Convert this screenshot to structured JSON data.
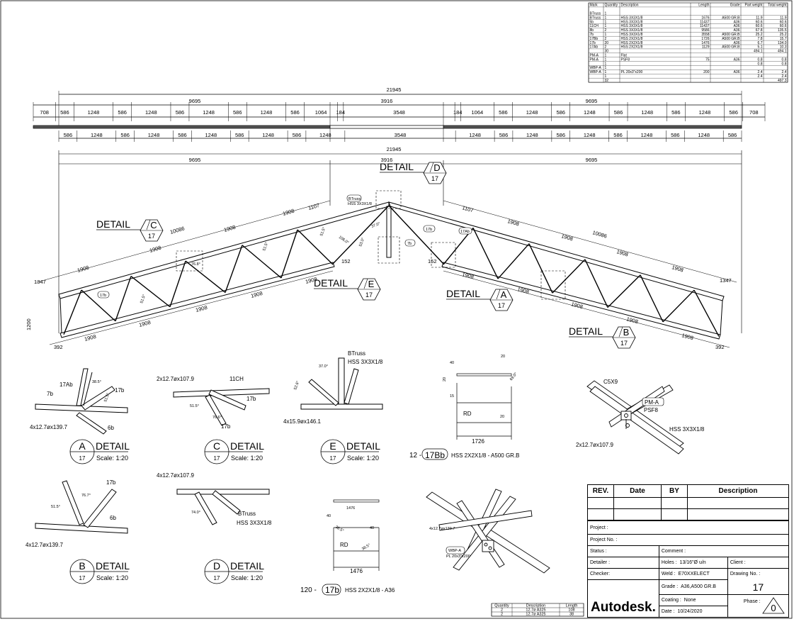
{
  "bom": {
    "headers": [
      "Mark",
      "Quantity",
      "Description",
      "Length",
      "Grade",
      "Part weight",
      "Total weight"
    ],
    "rows": [
      [
        "BTruss",
        "1",
        "",
        "",
        "",
        "",
        ""
      ],
      [
        "BTruss",
        "1",
        "HSS 3X3X1/8",
        "1676",
        "A500 GR.B",
        "11.9",
        "11.9"
      ],
      [
        "5b",
        "1",
        "HSS 3X3X1/8",
        "11437",
        "A36",
        "60.6",
        "60.6"
      ],
      [
        "11CH",
        "1",
        "HSS 3X3X1/8",
        "11437",
        "A36",
        "60.6",
        "60.6"
      ],
      [
        "8b",
        "2",
        "HSS 3X3X1/8",
        "9586",
        "A36",
        "67.8",
        "135.5"
      ],
      [
        "7b",
        "1",
        "HSS 3X3X1/8",
        "3558",
        "A500 GR.B",
        "25.2",
        "25.2"
      ],
      [
        "17Bb",
        "2",
        "HSS 2X2X1/8",
        "1726",
        "A500 GR.B",
        "7.8",
        "15.7"
      ],
      [
        "17b",
        "20",
        "HSS 2X2X1/8",
        "1476",
        "A36",
        "6.7",
        "134.0"
      ],
      [
        "17Ab",
        "2",
        "HSS 2X2X1/8",
        "1129",
        "A500 GR.B",
        "5.1",
        "10.3"
      ],
      [
        "",
        "30",
        "",
        "",
        "",
        "494.1",
        "494.1"
      ],
      [
        "PM-A",
        "1",
        "Flat",
        "",
        "",
        "",
        ""
      ],
      [
        "PM-A",
        "1",
        "PSF8",
        "75",
        "A36",
        "0.8",
        "0.8"
      ],
      [
        "",
        "1",
        "",
        "",
        "",
        "0.8",
        "0.8"
      ],
      [
        "WBP-A",
        "1",
        "",
        "",
        "",
        "",
        ""
      ],
      [
        "WBP-A",
        "1",
        "PL 20x3\"x200",
        "200",
        "A36",
        "2.4",
        "2.4"
      ],
      [
        "",
        "1",
        "",
        "",
        "",
        "2.4",
        "2.4"
      ],
      [
        "",
        "32",
        "",
        "",
        "",
        "",
        "497.3"
      ]
    ]
  },
  "dims": {
    "overall": "21945",
    "half": "9695",
    "center": "3916",
    "top_row": [
      "708",
      "586",
      "1248",
      "586",
      "1248",
      "586",
      "1248",
      "586",
      "1248",
      "586",
      "1064",
      "184",
      "3548",
      "184",
      "1064",
      "586",
      "1248",
      "586",
      "1248",
      "586",
      "1248",
      "586",
      "1248",
      "586",
      "708"
    ],
    "bottom_row": [
      "586",
      "1248",
      "586",
      "1248",
      "586",
      "1248",
      "586",
      "1248",
      "586",
      "1248",
      "3548",
      "1248",
      "586",
      "1248",
      "586",
      "1248",
      "586",
      "1248",
      "586",
      "1248",
      "586"
    ]
  },
  "elevation": {
    "top_chord_lengths": [
      "1908",
      "1908",
      "1908",
      "1908",
      "1107"
    ],
    "right_top_lengths": [
      "1107",
      "1908",
      "1908",
      "1908",
      "1908"
    ],
    "bottom_lengths": [
      "1908",
      "1908",
      "1908",
      "1908",
      "1908"
    ],
    "chord_total": "10086",
    "end_height": "1347",
    "end_width": "392",
    "end_depth": "1200",
    "ridge_offset": "152",
    "angles": [
      "76.8°",
      "51.5°",
      "51.5°",
      "51.5°",
      "106.0°",
      "53.0°",
      "37.0°"
    ],
    "tags": [
      "BTruss",
      "17b",
      "17b",
      "17Ab",
      "7b"
    ],
    "btruss_sub": "HSS 3X3X1/8"
  },
  "callouts": [
    {
      "word": "DETAIL",
      "letter": "C",
      "sheet": "17"
    },
    {
      "word": "DETAIL",
      "letter": "D",
      "sheet": "17"
    },
    {
      "word": "DETAIL",
      "letter": "E",
      "sheet": "17"
    },
    {
      "word": "DETAIL",
      "letter": "A",
      "sheet": "17"
    },
    {
      "word": "DETAIL",
      "letter": "B",
      "sheet": "17"
    }
  ],
  "details": [
    {
      "letter": "A",
      "sheet": "17",
      "word": "DETAIL",
      "scale": "Scale: 1:20",
      "notes": [
        "17Ab",
        "7b",
        "17b",
        "6b",
        "4x12.7øx139.7",
        "38.5°",
        "51.5°"
      ]
    },
    {
      "letter": "C",
      "sheet": "17",
      "word": "DETAIL",
      "scale": "Scale: 1:20",
      "notes": [
        "2x12.7øx107.9",
        "11CH",
        "17b",
        "17b",
        "51.5°",
        "76.6°"
      ]
    },
    {
      "letter": "E",
      "sheet": "17",
      "word": "DETAIL",
      "scale": "Scale: 1:20",
      "notes": [
        "BTruss",
        "HSS 3X3X1/8",
        "4x15.9øx146.1",
        "37.0°",
        "52.6°"
      ]
    },
    {
      "letter": "B",
      "sheet": "17",
      "word": "DETAIL",
      "scale": "Scale: 1:20",
      "notes": [
        "17b",
        "6b",
        "4x12.7øx139.7",
        "76.7°",
        "51.5°"
      ]
    },
    {
      "letter": "D",
      "sheet": "17",
      "word": "DETAIL",
      "scale": "Scale: 1:20",
      "notes": [
        "4x12.7øx107.9",
        "BTruss",
        "HSS 3X3X1/8",
        "74.0°"
      ]
    }
  ],
  "part_17Bb": {
    "qty": "12 -",
    "mark": "17Bb",
    "desc": "HSS 2X2X1/8 - A500 GR.B",
    "length": "1726",
    "rd": "RD",
    "d1": "40",
    "d2": "20",
    "d3": "15",
    "d4": "20",
    "d5": "20",
    "angle": "69.0°"
  },
  "part_17b": {
    "qty": "120 -",
    "mark": "17b",
    "desc": "HSS 2X2X1/8 - A36",
    "length": "1476",
    "rd": "RD",
    "d1": "40",
    "d2": "40",
    "a1": "38.5°",
    "a2": "38.5°"
  },
  "iso_top": {
    "c5x9": "C5X9",
    "pm": "PM-A",
    "psf": "PSF8",
    "hss": "HSS 3X3X1/8",
    "bolts": "2x12.7øx107.9"
  },
  "iso_bottom": {
    "bolts": "4x12.7øx139.7",
    "wbp": "WBP-A",
    "pl": "PL 20x3\"x200"
  },
  "bolt_list": {
    "headers": [
      "Quantity",
      "Description",
      "Length"
    ],
    "rows": [
      [
        "2",
        "12.7ø A325",
        "108"
      ],
      [
        "2",
        "12.7ø A325",
        "38"
      ]
    ]
  },
  "title_block": {
    "rev_headers": [
      "REV.",
      "Date",
      "BY",
      "Description"
    ],
    "project": "Project :",
    "project_no": "Project No. :",
    "status": "Status :",
    "comment": "Comment :",
    "detailer": "Detailer :",
    "holes_label": "Holes :",
    "holes": "13/16\"Ø u/n",
    "client": "Client :",
    "checker": "Checker:",
    "weld_label": "Weld :",
    "weld": "E70XXELECT",
    "drawing_no_label": "Drawing No. :",
    "grade_label": "Grade :",
    "grade": "A36,A500 GR.B",
    "drawing_no": "17",
    "coating_label": "Coating :",
    "coating": "None",
    "phase_label": "Phase :",
    "phase": "0",
    "date_label": "Date :",
    "date": "10/24/2020",
    "logo": "Autodesk."
  }
}
